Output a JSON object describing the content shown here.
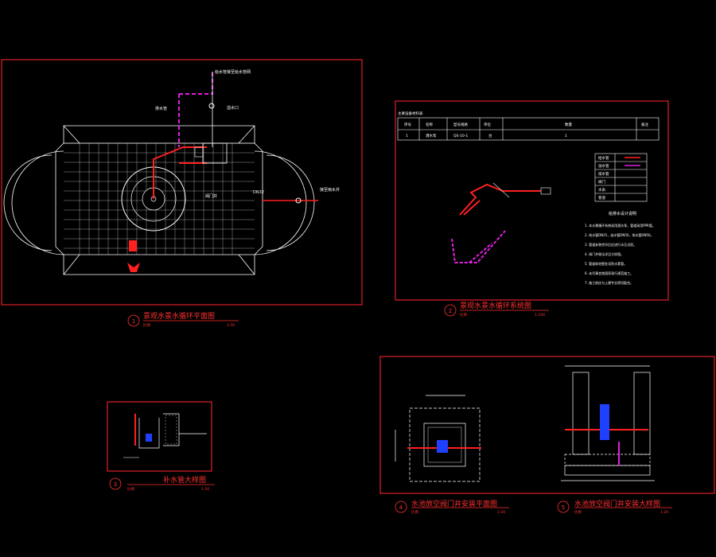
{
  "colors": {
    "background": "#000000",
    "frame": "#e0202a",
    "line": "#ffffff",
    "supply_pipe": "#ff2020",
    "overflow_pipe": "#e020e0",
    "valve": "#2040ff",
    "title_text": "#ff3030",
    "dim_text": "#ffffff"
  },
  "drawings": {
    "plan": {
      "number": "1",
      "title": "景观水景水循环平面图",
      "scale_label": "比例",
      "scale": "1:50",
      "annotations": [
        "排水管",
        "给水管接至给水管网",
        "溢水口",
        "阀门井",
        "接至雨水井",
        "DN32"
      ]
    },
    "system": {
      "number": "2",
      "title": "景观水景水循环系统图",
      "scale_label": "比例",
      "scale": "1:100",
      "table_title": "主要设备材料表",
      "table_header": [
        "序号",
        "名称",
        "型号规格",
        "单位",
        "数量",
        "备注"
      ],
      "table_row": [
        "1",
        "潜水泵",
        "QS-10-1",
        "台",
        "1",
        ""
      ],
      "legend_title": "图例",
      "legend_items": [
        "给水管",
        "溢水管",
        "排水管",
        "阀门",
        "水表",
        "管道"
      ],
      "notes_title": "给排水设计说明",
      "notes": [
        "1. 本水景循环系统采用潜水泵，管道采用PPR管。",
        "2. 给水管DN25，溢水管DN50，排水管DN50。",
        "3. 管道安装完毕后应进行水压试验。",
        "4. 阀门井做法详见大样图。",
        "5. 管道穿池壁处设防水套管。",
        "6. 未尽事宜按国家现行规范施工。",
        "7. 施工前应与土建专业密切配合。"
      ]
    },
    "riser": {
      "number": "3",
      "title": "补水管大样图",
      "scale_label": "比例",
      "scale": "1:20"
    },
    "valve_plan": {
      "number": "4",
      "title": "水池放空阀门井安装平面图",
      "scale_label": "比例",
      "scale": "1:20"
    },
    "valve_section": {
      "number": "5",
      "title": "水池放空阀门井安装大样图",
      "scale_label": "比例",
      "scale": "1:20"
    }
  }
}
